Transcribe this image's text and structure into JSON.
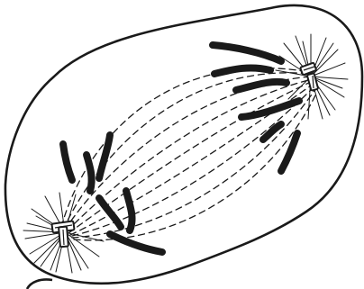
{
  "diagram": {
    "colors": {
      "ink": "#1a1a1a",
      "background": "#ffffff"
    },
    "structures": [
      "cell-membrane",
      "upper-right-centrosome",
      "lower-left-centrosome",
      "spindle-fibers",
      "astral-rays",
      "chromosomes"
    ]
  }
}
